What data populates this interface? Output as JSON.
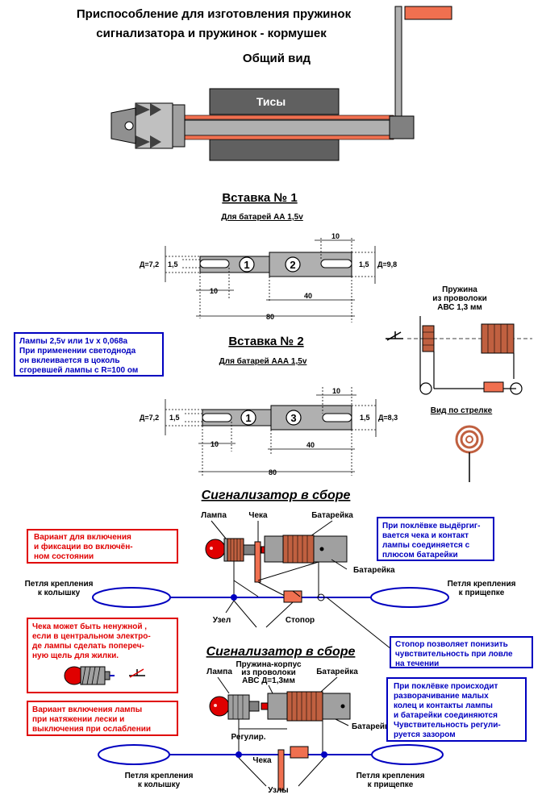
{
  "title": {
    "line1": "Приспособление для изготовления пружинок",
    "line2": "сигнализатора и пружинок - кормушек",
    "general_view": "Общий вид",
    "vise_label": "Тисы"
  },
  "insert1": {
    "heading": "Вставка № 1",
    "subheading": "Для батарей АА 1,5v",
    "d_left": "Д=7,2",
    "gap_left": "1,5",
    "gap_right": "1,5",
    "d_right": "Д=9,8",
    "dim_top": "10",
    "dim_left": "10",
    "dim_right": "40",
    "dim_total": "80",
    "num_a": "1",
    "num_b": "2"
  },
  "insert2": {
    "heading": "Вставка № 2",
    "subheading": "Для батарей ААА 1,5v",
    "d_left": "Д=7,2",
    "gap_left": "1,5",
    "gap_right": "1,5",
    "d_right": "Д=8,3",
    "dim_top": "10",
    "dim_left": "10",
    "dim_right": "40",
    "dim_total": "80",
    "num_a": "1",
    "num_b": "3"
  },
  "lamp_note": {
    "lines": [
      "Лампы 2,5v или 1v x 0,068a",
      "При применении светоднода",
      "он вклеивается в цоколь",
      "сгоревшей лампы с R=100 ом"
    ]
  },
  "spring": {
    "label_lines": [
      "Пружина",
      "из проволоки",
      "АВС 1,3 мм"
    ],
    "arrow_view": "Вид по стрелке"
  },
  "assembly1": {
    "heading": "Сигнализатор в сборе",
    "lamp": "Лампа",
    "pin": "Чека",
    "battery_top": "Батарейка",
    "battery_side": "Батарейка",
    "loop_left": [
      "Петля крепления",
      "к колышку"
    ],
    "loop_right": [
      "Петля крепления",
      "к прищепке"
    ],
    "knot": "Узел",
    "stopper": "Стопор"
  },
  "red_note1": {
    "lines": [
      "Вариант для включения",
      "и фиксации во включён-",
      "ном состоянии"
    ]
  },
  "blue_note1": {
    "lines": [
      "При поклёвке выдёргиг-",
      "вается чека и контакт",
      "лампы соединяется с",
      "плюсом батарейки"
    ]
  },
  "red_note2": {
    "lines": [
      "Чека может быть ненужной ,",
      "если в центральном электро-",
      "де лампы сделать попереч-",
      "ную щель для жилки."
    ]
  },
  "blue_note2": {
    "lines": [
      "Стопор позволяет понизить",
      "чувствительность при ловле",
      "на течении"
    ]
  },
  "assembly2": {
    "heading": "Сигнализатор в сборе",
    "lamp": "Лампа",
    "spring_body": [
      "Пружина-корпус",
      "из проволоки",
      "АВС Д=1,3мм"
    ],
    "battery_top": "Батарейка",
    "battery_side": "Батарейка",
    "adjust": "Регулир.",
    "pin": "Чека",
    "knots": "Узлы",
    "loop_left": [
      "Петля крепления",
      "к колышку"
    ],
    "loop_right": [
      "Петля крепления",
      "к прищепке"
    ]
  },
  "red_note3": {
    "lines": [
      "Вариант включения лампы",
      "при натяжении лески и",
      "выключения при ослаблении"
    ]
  },
  "blue_note3": {
    "lines": [
      "При поклёвке происходит",
      "разворачивание малых",
      "колец и контакты лампы",
      "и батарейки соединяются",
      "Чувствительность регули-",
      "руется зазором"
    ]
  },
  "colors": {
    "red": "#e00000",
    "blue": "#0000c0",
    "copper": "#c06040",
    "orange": "#f07050",
    "gray": "#a0a0a0",
    "dark": "#606060"
  }
}
